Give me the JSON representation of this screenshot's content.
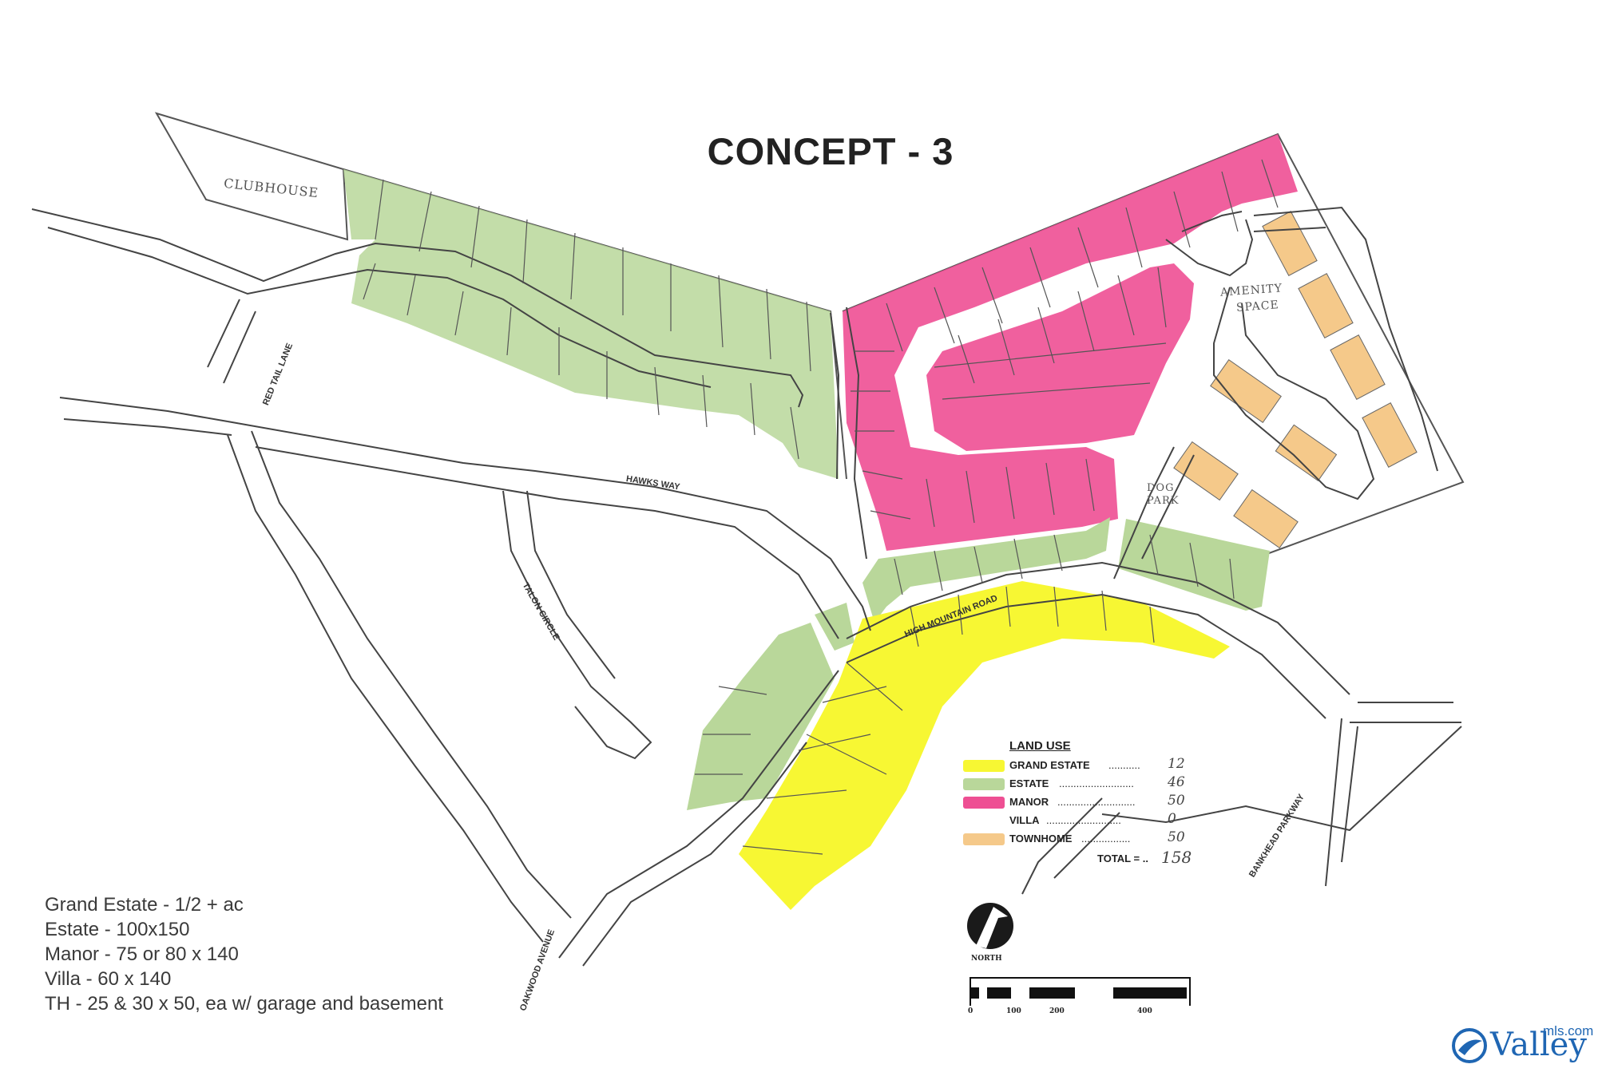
{
  "title": "CONCEPT - 3",
  "colors": {
    "grand_estate": "#f7f733",
    "estate": "#b9d79a",
    "manor": "#ee4f93",
    "villa": "#ffffff",
    "townhome": "#f5c98a"
  },
  "labels": {
    "clubhouse": "CLUBHOUSE",
    "amenity_line1": "AMENITY",
    "amenity_line2": "SPACE",
    "dog_line1": "DOG",
    "dog_line2": "PARK"
  },
  "roads": {
    "red_tail_lane": "RED TAIL LANE",
    "hawks_way": "HAWKS WAY",
    "talon_circle": "TALON CIRCLE",
    "high_mountain_road": "HIGH MOUNTAIN ROAD",
    "oakwood_avenue": "OAKWOOD AVENUE",
    "bankhead_parkway": "BANKHEAD PARKWAY"
  },
  "legend": {
    "heading": "LAND USE",
    "items": [
      {
        "label": "GRAND ESTATE",
        "dots": "...........",
        "count": "12",
        "color_key": "grand_estate"
      },
      {
        "label": "ESTATE",
        "dots": "..........................",
        "count": "46",
        "color_key": "estate"
      },
      {
        "label": "MANOR",
        "dots": "...........................",
        "count": "50",
        "color_key": "manor"
      },
      {
        "label": "VILLA",
        "dots": "..........................",
        "count": "0",
        "color_key": "villa"
      },
      {
        "label": "TOWNHOME",
        "dots": ".................",
        "count": "50",
        "color_key": "townhome"
      }
    ],
    "total_label": "TOTAL = ..",
    "total_value": "158"
  },
  "notes": [
    "Grand Estate - 1/2 + ac",
    "Estate - 100x150",
    "Manor - 75 or 80 x 140",
    "Villa - 60 x 140",
    "TH - 25 & 30 x 50, ea w/ garage and basement"
  ],
  "north_label": "NORTH",
  "scale": {
    "labels": [
      "0",
      "100",
      "200",
      "400"
    ]
  },
  "watermark": {
    "brand": "Valley",
    "sub": "mls.com"
  }
}
